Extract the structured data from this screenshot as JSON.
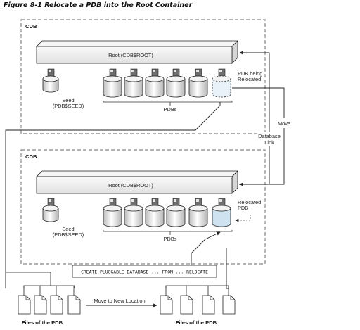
{
  "figure_title": "Figure 8-1 Relocate a PDB into the Root Container",
  "top_cdb": {
    "label": "CDB",
    "root_label": "Root (CDB$ROOT)",
    "seed_label": [
      "Seed",
      "(PDB$SEED)"
    ],
    "pdbs_label": "PDBs",
    "relocating_label": [
      "PDB being",
      "Relocated"
    ]
  },
  "bottom_cdb": {
    "label": "CDB",
    "root_label": "Root (CDB$ROOT)",
    "seed_label": [
      "Seed",
      "(PDB$SEED)"
    ],
    "pdbs_label": "PDBs",
    "relocated_label": [
      "Relocated",
      "PDB"
    ]
  },
  "move_label": "Move",
  "db_link_label": [
    "Database",
    "Link"
  ],
  "command": "CREATE PLUGGABLE DATABASE ... FROM ... RELOCATE",
  "move_location_label": "Move to New Location",
  "files_left_label": "Files of the PDB",
  "files_right_label": "Files of the PDB",
  "colors": {
    "dashed_border": "#9a9a9a",
    "root_fill": "#ececec",
    "relocating_fill": "#e8f2f8",
    "relocated_fill": "#cfe2ef"
  }
}
